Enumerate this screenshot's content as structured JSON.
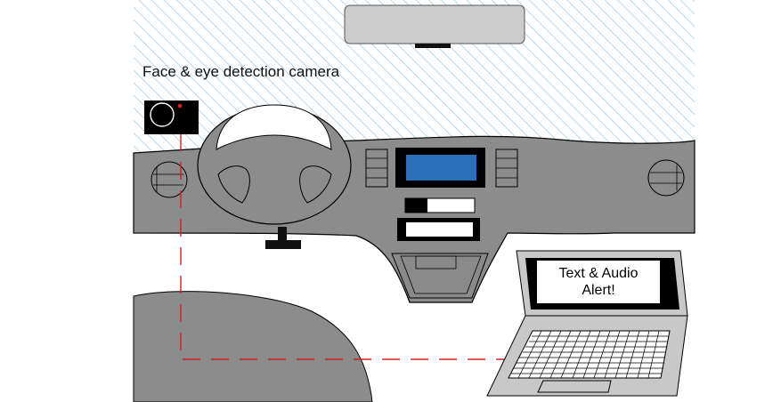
{
  "labels": {
    "camera": "Face & eye detection camera",
    "alert_line1": "Text & Audio",
    "alert_line2": "Alert!"
  },
  "colors": {
    "windshield_hatch": "#9cc6e0",
    "dashboard": "#8c8c8c",
    "outline": "#000000",
    "camera_body": "#000000",
    "camera_led": "#e02020",
    "connection_line": "#cc2222",
    "display_screen": "#2a6fb8",
    "laptop_body": "#c8c8c8"
  },
  "icons": {
    "camera": "camera-icon",
    "steering_wheel": "steering-wheel-icon",
    "laptop": "laptop-icon",
    "rearview_mirror": "rearview-mirror-icon"
  }
}
